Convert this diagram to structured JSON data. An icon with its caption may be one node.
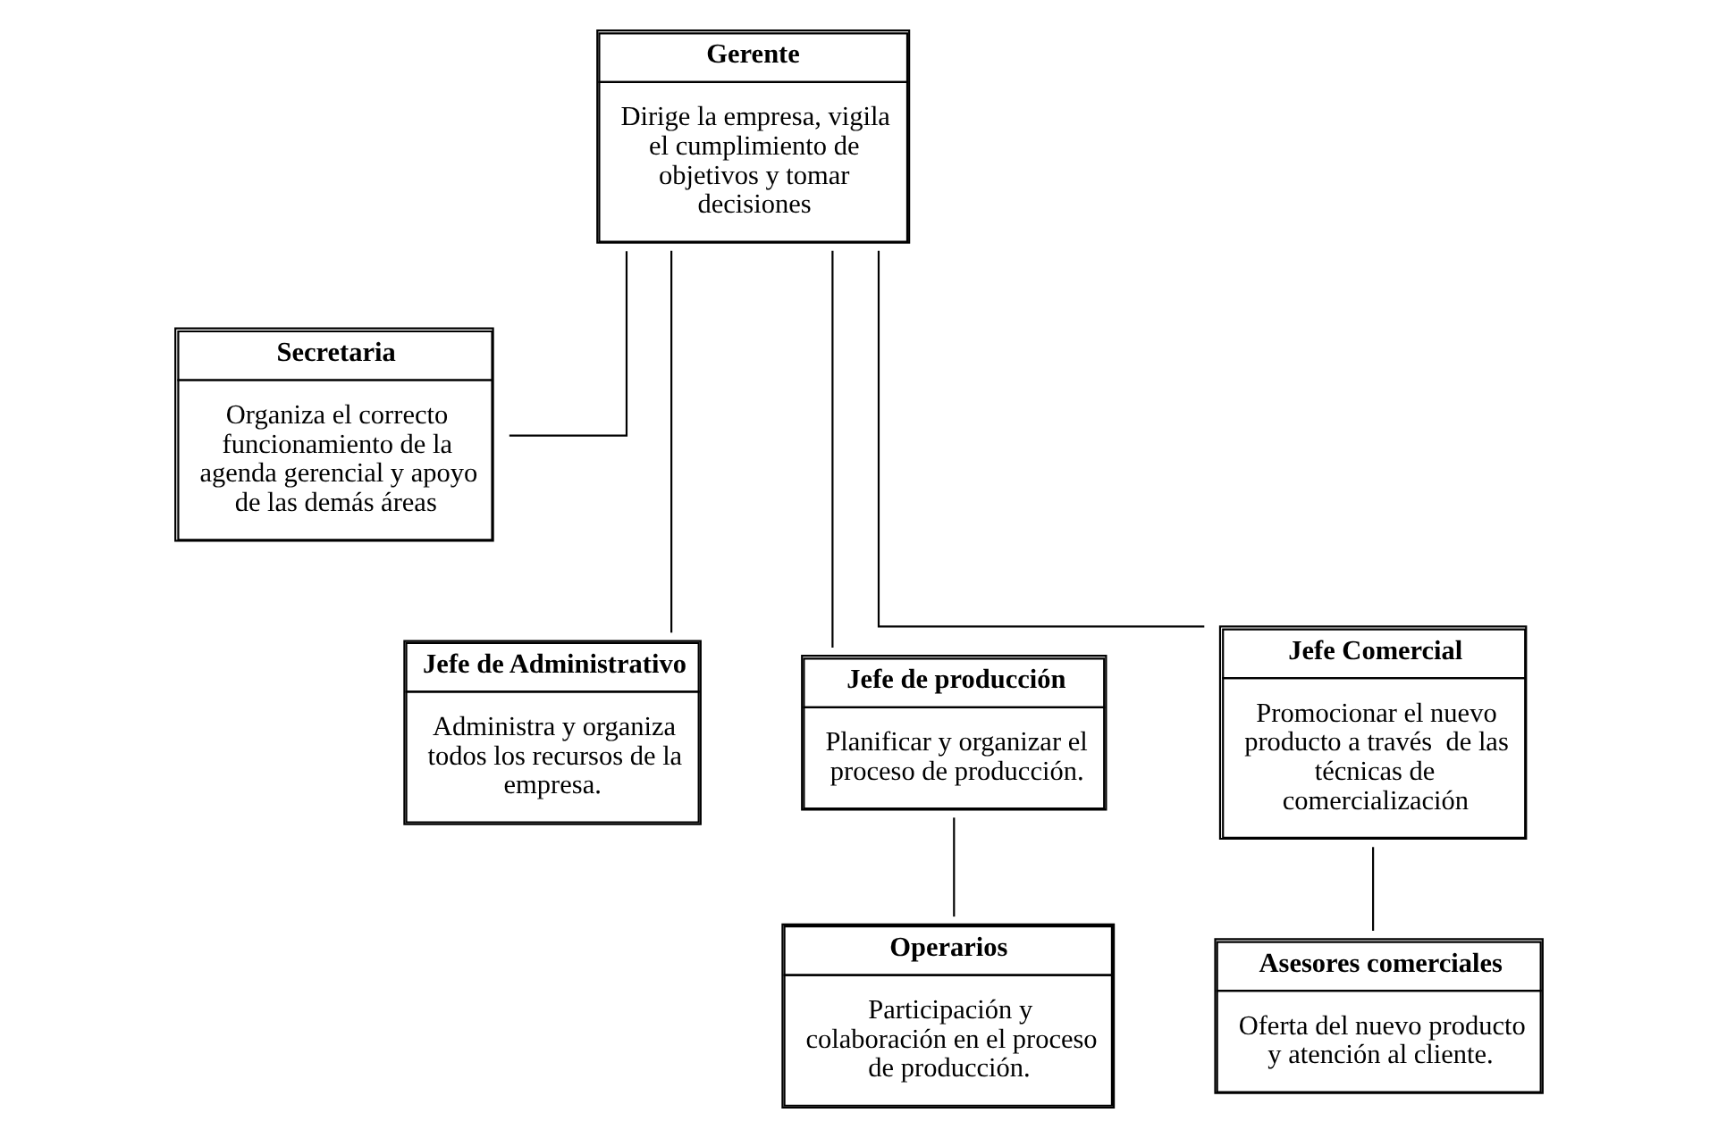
{
  "diagram": {
    "nodes": [
      {
        "text": [
          "Gerente",
          "Dirige la empresa, vigila el cumplimiento de objetivos y tomar decisiones"
        ]
      },
      {
        "text": [
          "Secretaria",
          "Organiza el correcto funcionamiento de la agenda gerencial y apoyo de las demás áreas"
        ]
      },
      {
        "text": [
          "Jefe de Administrativo",
          "Administra y organiza todos los recursos de la empresa."
        ]
      },
      {
        "text": [
          "Jefe de producción",
          "Planificar y organizar el proceso de producción."
        ]
      },
      {
        "text": [
          "Jefe Comercial",
          "Promocionar el nuevo producto a través  de las técnicas de comercialización"
        ]
      },
      {
        "text": [
          "Operarios",
          "Participación y colaboración en el proceso de producción."
        ]
      },
      {
        "text": [
          "Asesores comerciales",
          "Oferta del nuevo producto y atención al cliente."
        ]
      }
    ],
    "edges": [
      {
        "from": 0,
        "to": 1,
        "arrow": "none"
      },
      {
        "from": 0,
        "to": 2,
        "arrow": "none"
      },
      {
        "from": 0,
        "to": 3,
        "arrow": "none"
      },
      {
        "from": 0,
        "to": 4,
        "arrow": "none"
      },
      {
        "from": 3,
        "to": 5,
        "arrow": "none"
      },
      {
        "from": 4,
        "to": 6,
        "arrow": "none"
      }
    ]
  }
}
